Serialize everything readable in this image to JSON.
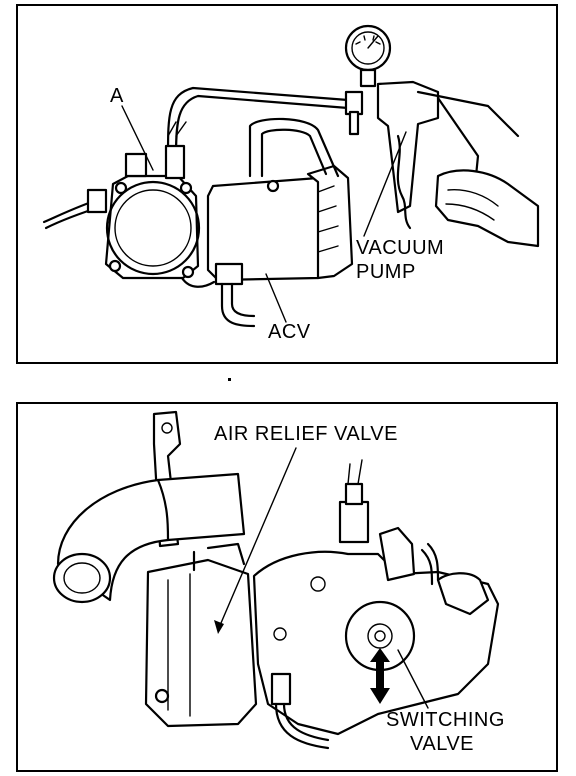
{
  "top_figure": {
    "labels": {
      "a": "A",
      "vacuum_pump_line1": "VACUUM",
      "vacuum_pump_line2": "PUMP",
      "acv": "ACV"
    }
  },
  "bottom_figure": {
    "labels": {
      "air_relief_valve": "AIR RELIEF VALVE",
      "switching_valve_line1": "SWITCHING",
      "switching_valve_line2": "VALVE"
    }
  },
  "colors": {
    "ink": "#000000",
    "paper": "#ffffff"
  }
}
